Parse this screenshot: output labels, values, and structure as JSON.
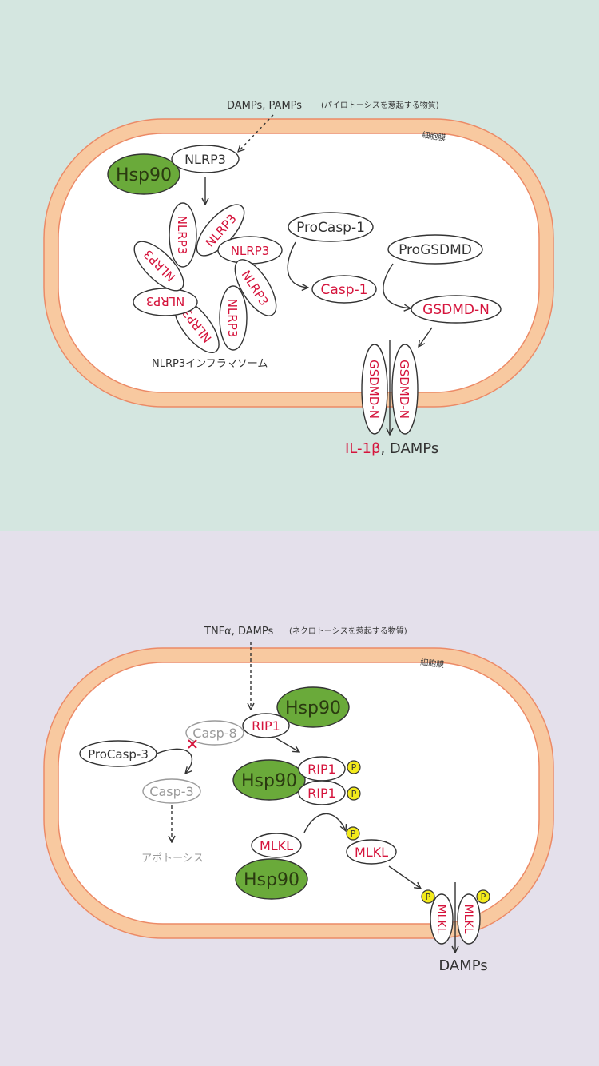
{
  "colors": {
    "top_bg": "#d4e6e0",
    "bottom_bg": "#e4e0eb",
    "membrane_fill": "#f8c9a0",
    "membrane_stroke": "#ec8a66",
    "hsp90_fill": "#6aaa3a",
    "accent_red": "#d5143c",
    "phospho_yellow": "#f3ea1c",
    "line": "#333333",
    "inactive_gray": "#9a9a9a"
  },
  "top_panel": {
    "stimulus": "DAMPs, PAMPs",
    "stimulus_note": "(パイロトーシスを惹起する物質)",
    "membrane_label": "細胞膜",
    "hsp90": "Hsp90",
    "nlrp3": "NLRP3",
    "inflammasome_label": "NLRP3インフラマソーム",
    "procasp1": "ProCasp-1",
    "casp1": "Casp-1",
    "progsdmd": "ProGSDMD",
    "gsdmdn": "GSDMD-N",
    "release_red": "IL-1β",
    "release_rest": ", DAMPs"
  },
  "bottom_panel": {
    "stimulus": "TNFα, DAMPs",
    "stimulus_note": "(ネクロトーシスを惹起する物質)",
    "membrane_label": "細胞膜",
    "hsp90": "Hsp90",
    "rip1": "RIP1",
    "casp8": "Casp-8",
    "procasp3": "ProCasp-3",
    "casp3": "Casp-3",
    "apoptosis": "アポトーシス",
    "mlkl": "MLKL",
    "phospho": "P",
    "release": "DAMPs"
  }
}
